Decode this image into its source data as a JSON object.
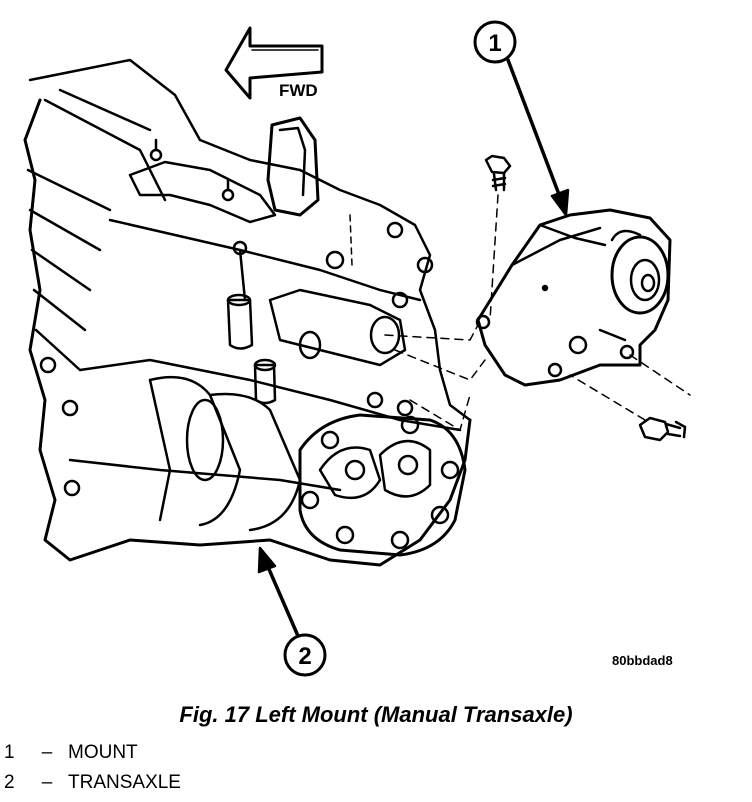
{
  "diagram": {
    "direction_label": "FWD",
    "callouts": [
      {
        "number": "1",
        "part": "mount"
      },
      {
        "number": "2",
        "part": "transaxle"
      }
    ],
    "image_code": "80bbdad8"
  },
  "caption": "Fig. 17 Left Mount (Manual Transaxle)",
  "legend": [
    {
      "number": "1",
      "dash": "–",
      "label": "MOUNT"
    },
    {
      "number": "2",
      "dash": "–",
      "label": "TRANSAXLE"
    }
  ]
}
